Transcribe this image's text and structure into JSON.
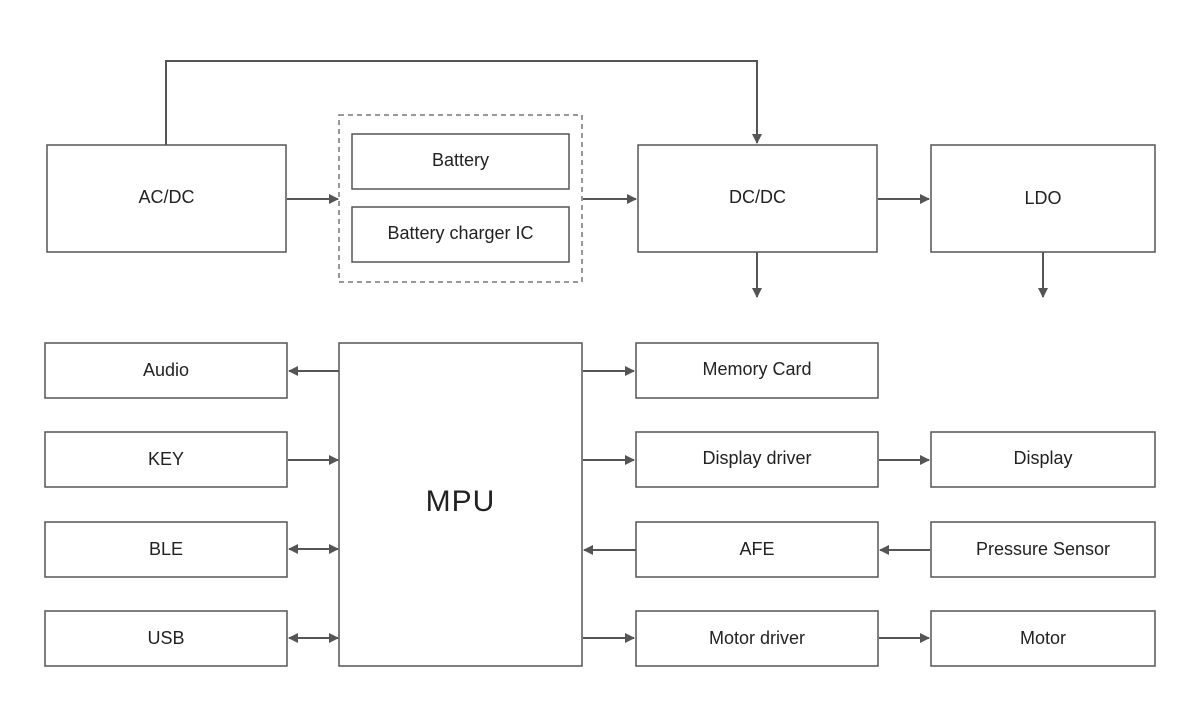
{
  "power": {
    "acdc": "AC/DC",
    "battery": "Battery",
    "charger": "Battery charger IC",
    "dcdc": "DC/DC",
    "ldo": "LDO"
  },
  "core": {
    "mpu": "MPU"
  },
  "left_peripherals": {
    "audio": "Audio",
    "key": "KEY",
    "ble": "BLE",
    "usb": "USB"
  },
  "right_peripherals": {
    "memory": "Memory Card",
    "display_driver": "Display driver",
    "display": "Display",
    "afe": "AFE",
    "pressure": "Pressure Sensor",
    "motor_driver": "Motor driver",
    "motor": "Motor"
  },
  "colors": {
    "stroke": "#555555",
    "group_stroke": "#777777",
    "text": "#222222"
  }
}
